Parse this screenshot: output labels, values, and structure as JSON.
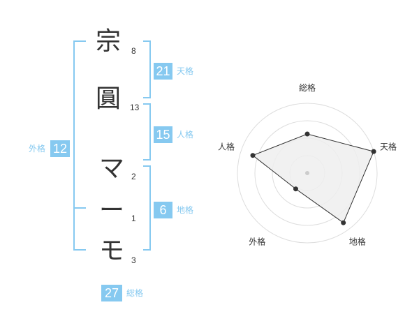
{
  "name_chars": [
    {
      "char": "宗",
      "strokes": "8"
    },
    {
      "char": "圓",
      "strokes": "13"
    },
    {
      "char": "マ",
      "strokes": "2"
    },
    {
      "char": "ー",
      "strokes": "1"
    },
    {
      "char": "モ",
      "strokes": "3"
    }
  ],
  "fortunes": {
    "tenkaku": {
      "value": "21",
      "label": "天格"
    },
    "jinkaku": {
      "value": "15",
      "label": "人格"
    },
    "chikaku": {
      "value": "6",
      "label": "地格"
    },
    "gaikaku": {
      "value": "12",
      "label": "外格"
    },
    "soukaku": {
      "value": "27",
      "label": "総格"
    }
  },
  "colors": {
    "accent": "#86c9f0",
    "text": "#333333",
    "radar_fill": "#eeeeee"
  },
  "chart_data": {
    "type": "radar",
    "axes": [
      "総格",
      "天格",
      "地格",
      "外格",
      "人格"
    ],
    "values": [
      0.56,
      1.0,
      0.88,
      0.28,
      0.82
    ],
    "rings": 4
  }
}
